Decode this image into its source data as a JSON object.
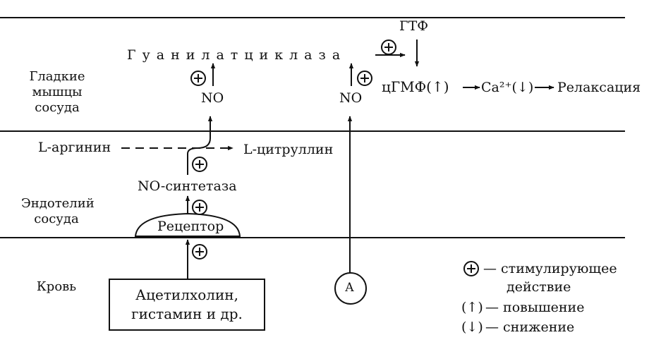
{
  "zones": {
    "smooth_muscle_1": "Гладкие",
    "smooth_muscle_2": "мышцы",
    "smooth_muscle_3": "сосуда",
    "endothelium_1": "Эндотелий",
    "endothelium_2": "сосуда",
    "blood": "Кровь"
  },
  "nodes": {
    "guanylate_cyclase": "Гуанилатциклаза",
    "gtp": "ГТФ",
    "cgmp": "цГМФ(↑)",
    "calcium": "Ca²⁺(↓)",
    "relaxation": "Релаксация",
    "no_left": "NO",
    "no_right": "NO",
    "l_arginine": "L-аргинин",
    "l_citrulline": "L-цитруллин",
    "no_synthase": "NO-синтетаза",
    "receptor": "Рецептор",
    "agents_line1": "Ацетилхолин,",
    "agents_line2": "гистамин и др.",
    "circle_a": "А"
  },
  "legend": {
    "stimulating_1": "— стимулирующее",
    "stimulating_2": "действие",
    "increase_symbol": "(↑)",
    "increase": "— повышение",
    "decrease_symbol": "(↓)",
    "decrease": "— снижение"
  }
}
